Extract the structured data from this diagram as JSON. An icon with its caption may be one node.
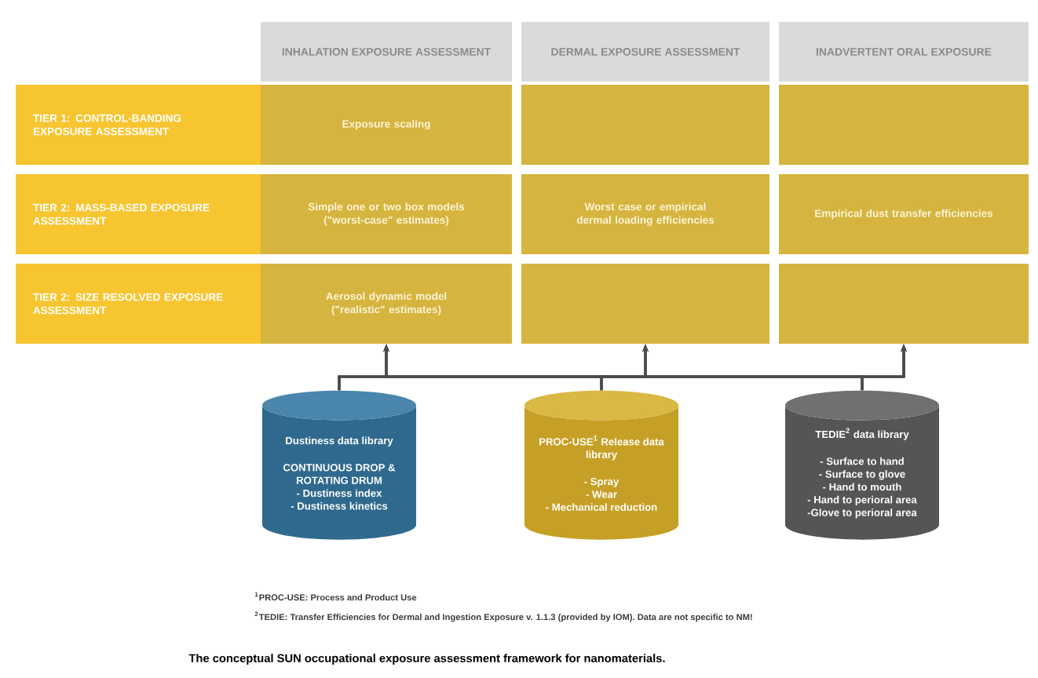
{
  "diagram": {
    "caption": "The conceptual SUN occupational exposure assessment framework for nanomaterials.",
    "nodes": [
      {
        "text": [
          "INHALATION EXPOSURE ASSESSMENT"
        ]
      },
      {
        "text": [
          "DERMAL EXPOSURE ASSESSMENT"
        ]
      },
      {
        "text": [
          "INADVERTENT ORAL EXPOSURE"
        ]
      },
      {
        "text": [
          "TIER 1: CONTROL-BANDING EXPOSURE ASSESSMENT"
        ]
      },
      {
        "text": [
          "TIER 2: MASS-BASED EXPOSURE ASSESSMENT"
        ]
      },
      {
        "text": [
          "TIER 2: SIZE RESOLVED EXPOSURE ASSESSMENT"
        ]
      },
      {
        "text": [
          "Exposure scaling"
        ]
      },
      {
        "text": [],
        "shape": "box"
      },
      {
        "text": [],
        "shape": "box"
      },
      {
        "text": [
          "Simple one or two box models (\"worst-case\" estimates)"
        ]
      },
      {
        "text": [
          "Worst case or empirical dermal loading efficiencies"
        ]
      },
      {
        "text": [
          "Empirical dust transfer efficiencies"
        ]
      },
      {
        "text": [
          "Aerosol dynamic model (\"realistic\" estimates)"
        ]
      },
      {
        "text": [],
        "shape": "box"
      },
      {
        "text": [],
        "shape": "box"
      },
      {
        "text": [
          "Dustiness data library",
          "CONTINUOUS DROP & ROTATING DRUM",
          "- Dustiness index",
          "- Dustiness kinetics"
        ]
      },
      {
        "text": [
          "PROC-USE$^{1}$ Release data library",
          "- Spray",
          "- Wear",
          "- Mechanical reduction"
        ]
      },
      {
        "text": [
          "TEDIE$^{2}$ data library",
          "- Surface to hand",
          "- Surface to glove",
          "- Hand to mouth",
          "- Hand to perioral area",
          "-Glove to perioral area"
        ]
      }
    ],
    "edges": [
      {
        "from": 15,
        "to": 12,
        "arrow": "to"
      },
      {
        "from": 15,
        "to": 13,
        "arrow": "to"
      },
      {
        "from": 15,
        "to": 14,
        "arrow": "to"
      },
      {
        "from": 16,
        "to": 12,
        "arrow": "to"
      },
      {
        "from": 16,
        "to": 13,
        "arrow": "to"
      },
      {
        "from": 16,
        "to": 14,
        "arrow": "to"
      },
      {
        "from": 17,
        "to": 12,
        "arrow": "to"
      },
      {
        "from": 17,
        "to": 13,
        "arrow": "to"
      },
      {
        "from": 17,
        "to": 14,
        "arrow": "to"
      }
    ],
    "labels": [
      "$^{1}$PROC-USE: Process and Product Use",
      "$^{2}$TEDIE: Transfer Efficiencies for Dermal and Ingestion Exposure v. 1.1.3 (provided by IOM). Data are not specific to NM!"
    ]
  }
}
